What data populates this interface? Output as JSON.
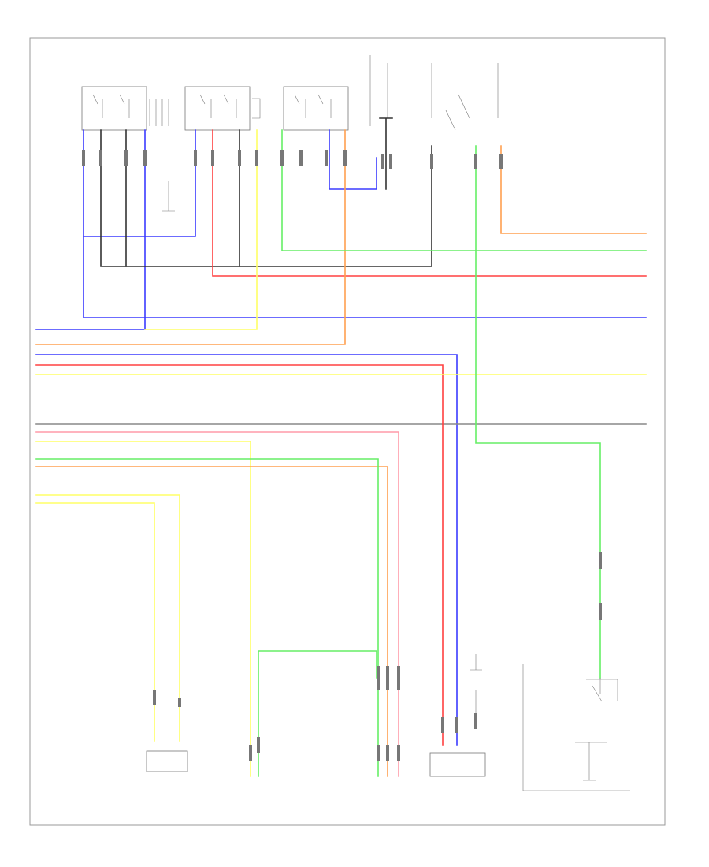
{
  "colors": {
    "blue": "#3b3bff",
    "red": "#ff4040",
    "green": "#66ee66",
    "yellow": "#ffff66",
    "orange": "#ffa050",
    "black": "#333333",
    "pink": "#ff9aa8",
    "gray": "#888888",
    "frame": "#999999"
  },
  "icons": [
    "switch-symbol",
    "ground-symbol",
    "connector-pin"
  ],
  "labels": {
    "page_ref": "",
    "relay_top_left": "",
    "relay_top_mid": "",
    "relay_top_right": "",
    "fuse_a": "",
    "fuse_b": "",
    "fuse_c": "",
    "ground_1": "",
    "right_note": "",
    "comp_left": "",
    "comp_mid": "",
    "comp_right1": "",
    "comp_right2": "",
    "comp_clutch": ""
  }
}
